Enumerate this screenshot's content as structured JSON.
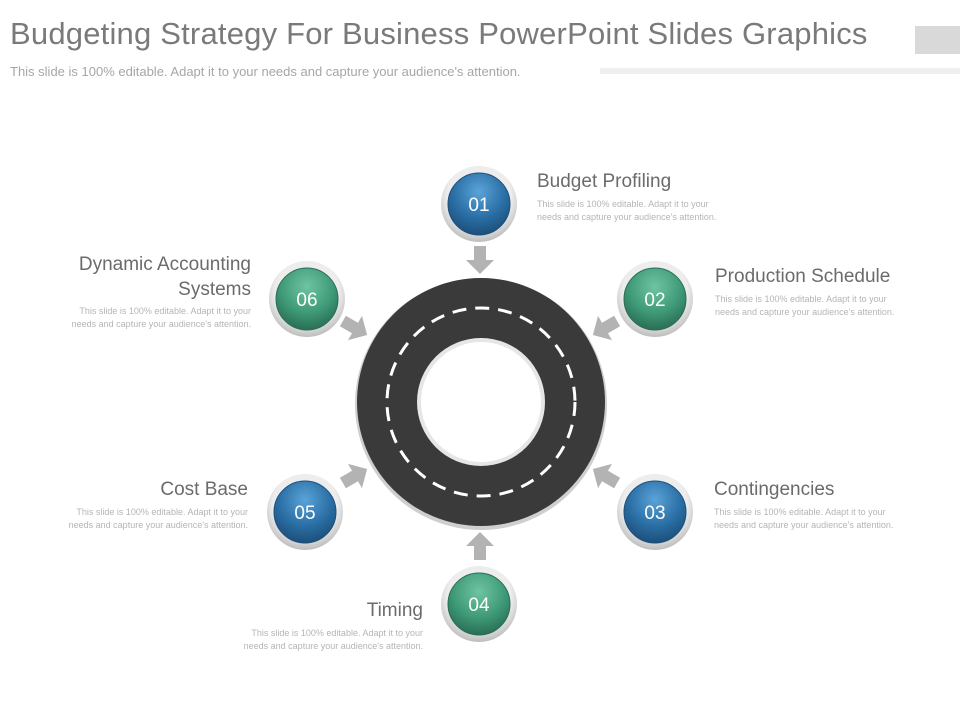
{
  "header": {
    "title": "Budgeting Strategy For Business PowerPoint Slides Graphics",
    "subtitle": "This slide is 100% editable. Adapt it to your needs and capture your audience's attention."
  },
  "colors": {
    "blue": "#2a6fa5",
    "green": "#3f9a78",
    "ring": "#3a3a3a",
    "arrow": "#b3b3b3"
  },
  "steps": [
    {
      "num": "01",
      "title": "Budget Profiling",
      "desc": "This slide is 100% editable. Adapt it to your needs and capture your audience's attention.",
      "color": "blue"
    },
    {
      "num": "02",
      "title": "Production Schedule",
      "desc": "This slide is 100% editable. Adapt it to your needs and capture your audience's attention.",
      "color": "green"
    },
    {
      "num": "03",
      "title": "Contingencies",
      "desc": "This slide is 100% editable. Adapt it to your needs and capture your audience's attention.",
      "color": "blue"
    },
    {
      "num": "04",
      "title": "Timing",
      "desc": "This slide is 100% editable. Adapt it to your needs and capture your audience's attention.",
      "color": "green"
    },
    {
      "num": "05",
      "title": "Cost Base",
      "desc": "This slide is 100% editable. Adapt it to your needs and capture your audience's attention.",
      "color": "blue"
    },
    {
      "num": "06",
      "title": "Dynamic Accounting Systems",
      "desc": "This slide is 100% editable. Adapt it to your needs and capture your audience's attention.",
      "color": "green"
    }
  ]
}
